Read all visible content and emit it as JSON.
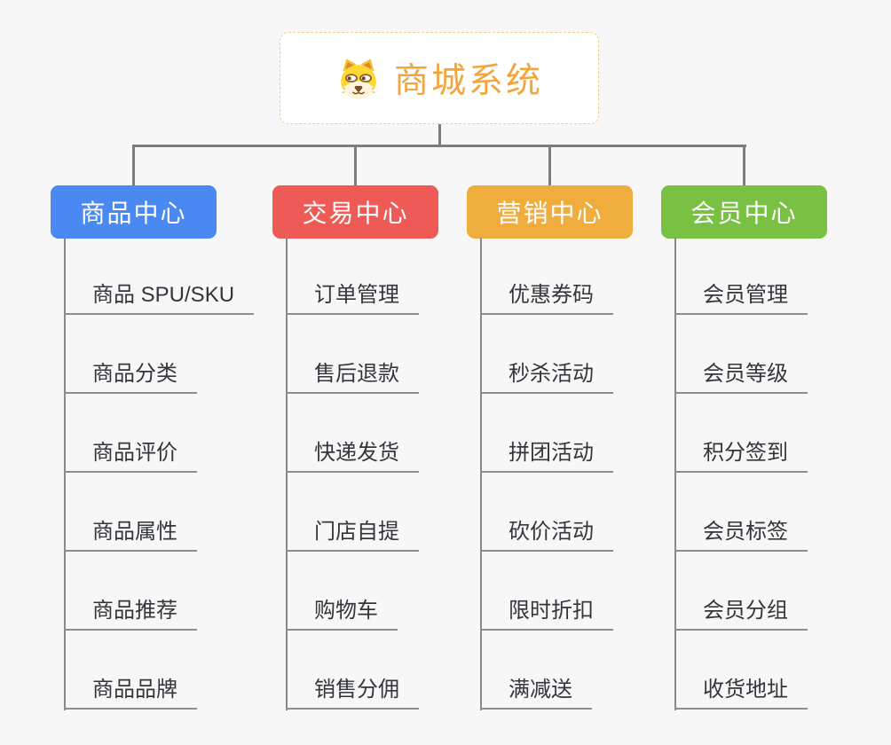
{
  "root": {
    "title": "商城系统",
    "icon": "dog-face-icon",
    "text_color": "#f2a43d",
    "border_color": "#f3c988",
    "background": "#ffffff"
  },
  "connector_color": "#7d7d7d",
  "underline_color": "#8d8d8d",
  "page_background": "#f7f7f7",
  "branches": [
    {
      "label": "商品中心",
      "color": "#4a89f2",
      "children": [
        "商品 SPU/SKU",
        "商品分类",
        "商品评价",
        "商品属性",
        "商品推荐",
        "商品品牌"
      ]
    },
    {
      "label": "交易中心",
      "color": "#ee5a55",
      "children": [
        "订单管理",
        "售后退款",
        "快递发货",
        "门店自提",
        "购物车",
        "销售分佣"
      ]
    },
    {
      "label": "营销中心",
      "color": "#efad3e",
      "children": [
        "优惠券码",
        "秒杀活动",
        "拼团活动",
        "砍价活动",
        "限时折扣",
        "满减送"
      ]
    },
    {
      "label": "会员中心",
      "color": "#79c142",
      "children": [
        "会员管理",
        "会员等级",
        "积分签到",
        "会员标签",
        "会员分组",
        "收货地址"
      ]
    }
  ]
}
